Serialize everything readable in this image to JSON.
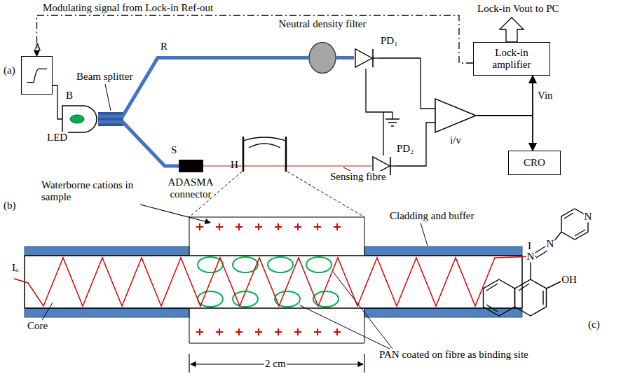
{
  "diagram": {
    "nodes": [
      {
        "text": [
          "A"
        ]
      },
      {
        "text": [
          "B"
        ]
      },
      {
        "text": [
          "Neutral density filter"
        ]
      },
      {
        "text": [
          "PD₁"
        ]
      },
      {
        "text": [
          "PD₂"
        ]
      },
      {
        "text": [
          "i/v"
        ]
      },
      {
        "text": [
          "Lock-in amplifier"
        ]
      },
      {
        "text": [
          "CRO"
        ]
      },
      {
        "text": [
          "ADASMA connector"
        ]
      },
      {
        "text": [
          "H"
        ]
      }
    ],
    "edges": [
      {
        "from": 6,
        "to": 0,
        "arrow": "to",
        "label": "Modulating signal from Lock-in Ref-out"
      },
      {
        "from": 5,
        "to": 6,
        "arrow": "to",
        "label": "Vin"
      },
      {
        "from": 5,
        "to": 7,
        "arrow": "to"
      },
      {
        "from": 0,
        "to": 1,
        "arrow": "none"
      },
      {
        "from": 1,
        "to": 2,
        "arrow": "none"
      },
      {
        "from": 2,
        "to": 3,
        "arrow": "none"
      },
      {
        "from": 1,
        "to": 8,
        "arrow": "none"
      },
      {
        "from": 8,
        "to": 4,
        "arrow": "none"
      },
      {
        "from": 3,
        "to": 5,
        "arrow": "none"
      },
      {
        "from": 4,
        "to": 5,
        "arrow": "none"
      }
    ],
    "labels": [
      "(a)",
      "Beam splitter",
      "R",
      "S",
      "LED",
      "Sensing fibre",
      "Lock-in Vout to PC",
      "(b)",
      "Waterborne cations in sample",
      "Cladding and buffer",
      "Iₒ",
      "I",
      "Core",
      "PAN coated on fibre as binding site",
      "2 cm",
      "(c)",
      "N",
      "N",
      "N",
      "OH"
    ]
  }
}
